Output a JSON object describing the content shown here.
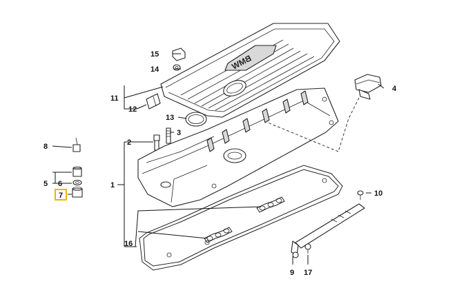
{
  "callouts": {
    "c1": "1",
    "c2": "2",
    "c3": "3",
    "c4": "4",
    "c5": "5",
    "c6": "6",
    "c7": "7",
    "c8": "8",
    "c9": "9",
    "c10": "10",
    "c11": "11",
    "c12": "12",
    "c13": "13",
    "c14": "14",
    "c15": "15",
    "c16": "16",
    "c17": "17"
  },
  "cover_logo": "BMW",
  "highlighted_callout": "7",
  "colors": {
    "highlight": "#e6b800",
    "line": "#222222"
  }
}
